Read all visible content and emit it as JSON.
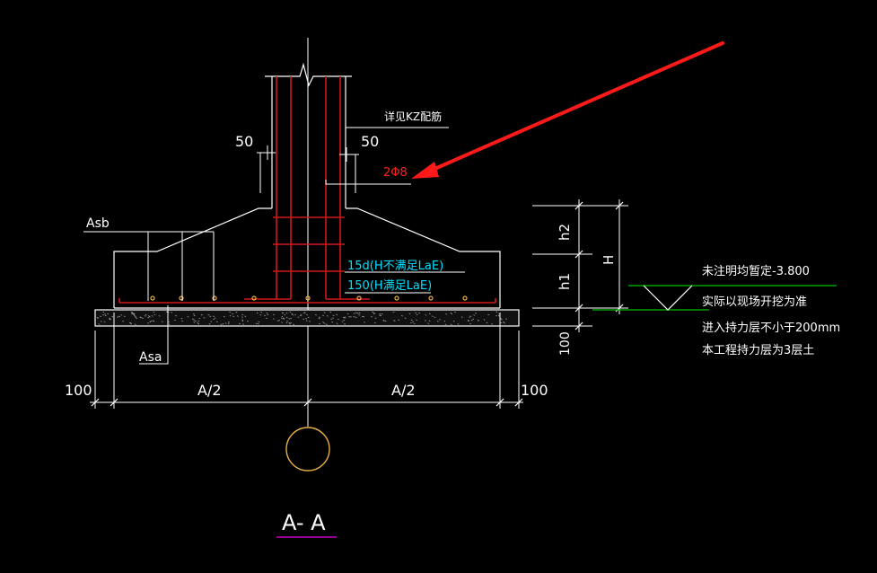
{
  "colors": {
    "background": "#000000",
    "white": "#ffffff",
    "red": "#d01818",
    "red_label": "#ff2020",
    "cyan": "#00e0ff",
    "green": "#00c000",
    "orange": "#e8b040",
    "magenta": "#c000c0",
    "arrow": "#ff1a1a"
  },
  "labels": {
    "kz_ref": "详见KZ配筋",
    "dim_50_left": "50",
    "dim_50_right": "50",
    "rebar_2phi8": "2Φ8",
    "asb": "Asb",
    "asa": "Asa",
    "anchor_15d": "15d(H不满足LaE)",
    "anchor_150": "150(H满足LaE)",
    "h2": "h2",
    "h1": "h1",
    "H": "H",
    "dim_100_vertical": "100",
    "dim_100_left": "100",
    "dim_a2_left": "A/2",
    "dim_a2_right": "A/2",
    "dim_100_right": "100",
    "section_title": "A- A"
  },
  "notes": {
    "line1": "未注明均暂定-3.800",
    "line2": "实际以现场开挖为准",
    "line3": "进入持力层不小于200mm",
    "line4": "本工程持力层为3层土"
  }
}
